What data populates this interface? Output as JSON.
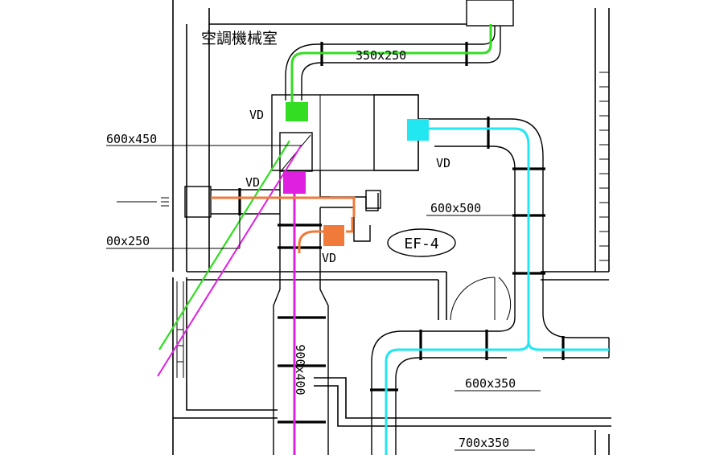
{
  "room_label": "空調機械室",
  "labels": {
    "vd_1": "VD",
    "vd_2": "VD",
    "vd_3": "VD",
    "vd_4": "VD",
    "size_350x250": "350x250",
    "size_600x450": "600x450",
    "size_00x250": "00x250",
    "size_600x500": "600x500",
    "size_600x350": "600x350",
    "size_700x350": "700x350",
    "size_vertical": "900x400",
    "equipment_tag": "EF-4"
  },
  "colors": {
    "green": "#33dd22",
    "cyan": "#22e6f0",
    "magenta": "#e020e0",
    "orange": "#f07a3a",
    "line": "#000000",
    "background": "#ffffff"
  }
}
